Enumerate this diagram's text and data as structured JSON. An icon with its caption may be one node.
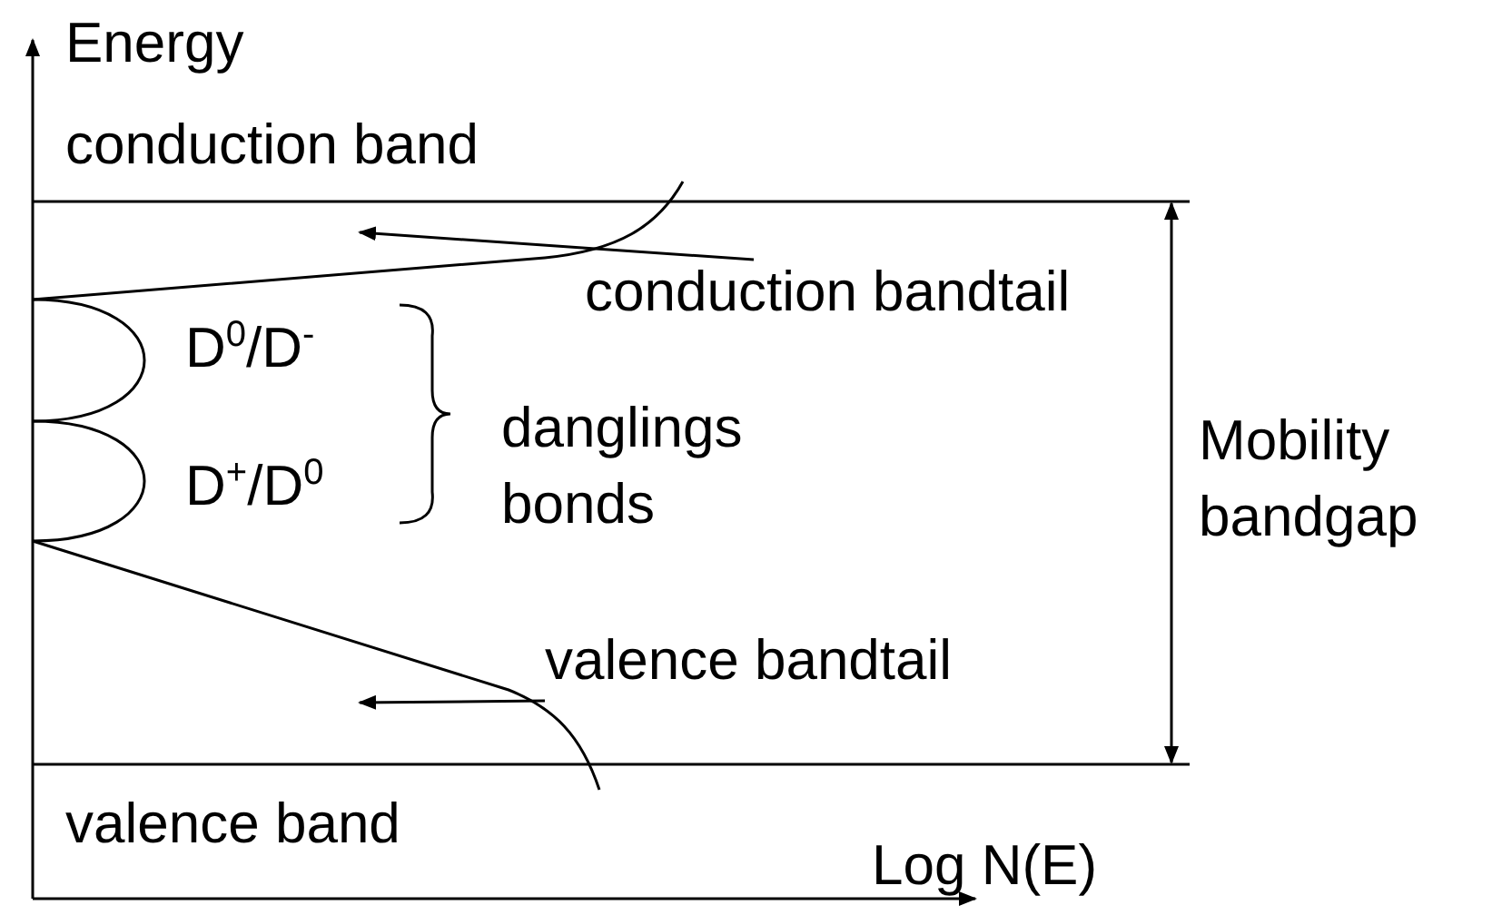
{
  "diagram": {
    "nodes": [
      {
        "text": [
          "conduction bandtail"
        ]
      },
      {
        "text": [
          "valence bandtail"
        ]
      }
    ],
    "edges": [
      {
        "from": 0,
        "to": null,
        "arrow": "to"
      },
      {
        "from": 1,
        "to": null,
        "arrow": "to"
      }
    ],
    "labels": [
      "Energy",
      "conduction band",
      "D$^{0}$/D$^{-}$",
      "danglings bonds",
      "Mobility bandgap",
      "D$^{+}$/D$^{0}$",
      "valence band",
      "Log N(E)"
    ]
  }
}
